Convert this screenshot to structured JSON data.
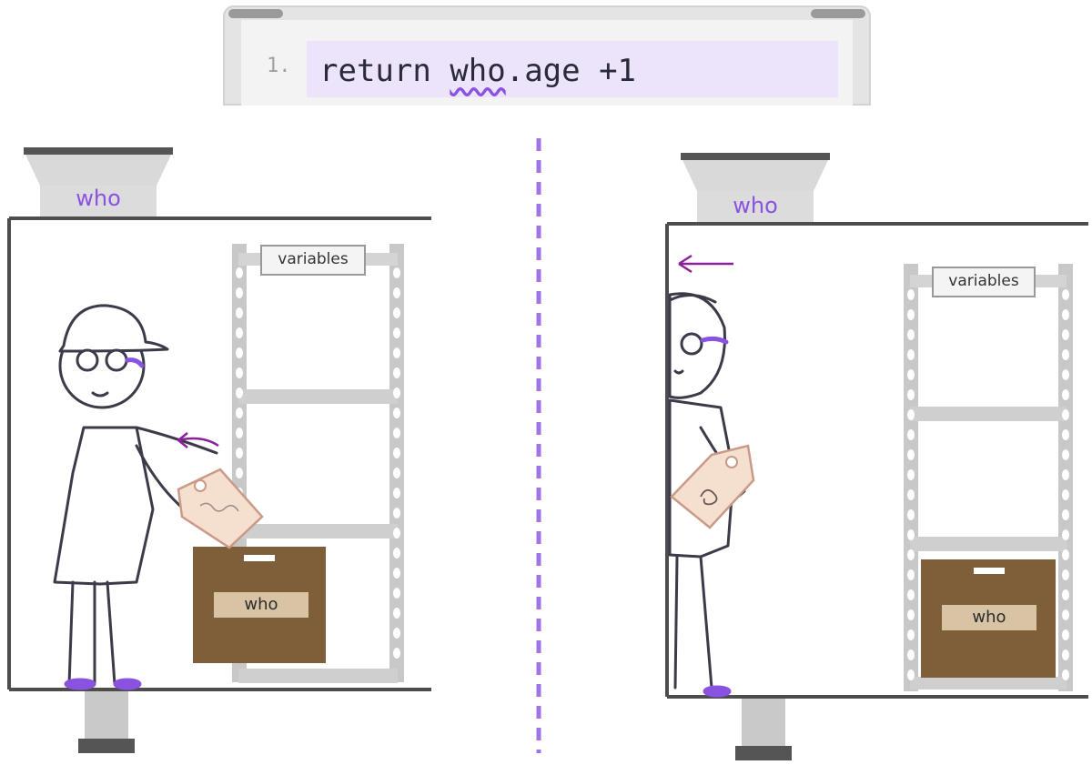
{
  "code": {
    "line_number": "1.",
    "prefix": "return ",
    "highlight": "who",
    "suffix": ".age +1"
  },
  "left_panel": {
    "hopper_label": "who",
    "shelf_sign": "variables",
    "box_label": "who"
  },
  "right_panel": {
    "hopper_label": "who",
    "shelf_sign": "variables",
    "box_label": "who"
  },
  "colors": {
    "accent_purple": "#8a52e0",
    "arrow_magenta": "#8e1f9c",
    "box_brown": "#7e5f3a",
    "box_label_bg": "#d8c4a4",
    "tag_fill": "#f5dfcf",
    "tag_stroke": "#c99a86",
    "shelf_gray": "#c8c8c8",
    "ink": "#3b3b4a"
  }
}
